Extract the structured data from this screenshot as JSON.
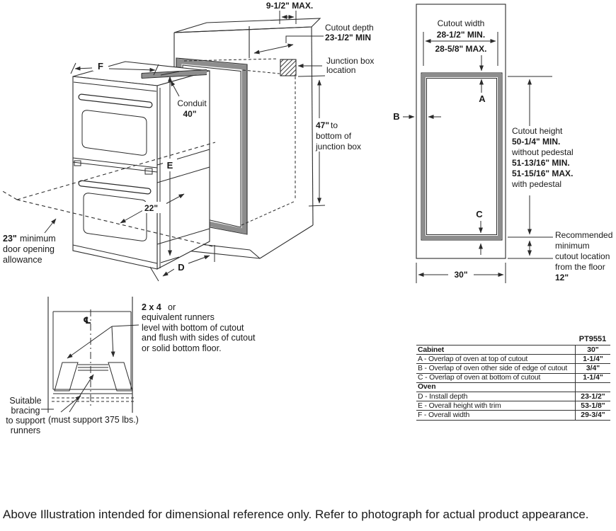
{
  "left": {
    "max_depth": "9-1/2\" MAX.",
    "cutout_depth_label": "Cutout depth",
    "cutout_depth_value": "23-1/2\" MIN",
    "junction_line1": "Junction box",
    "junction_line2": "location",
    "conduit_label": "Conduit",
    "conduit_value": "40\"",
    "jb47_bold": "47\"",
    "jb47_rest": "to",
    "jb47_line2": "bottom of",
    "jb47_line3": "junction box",
    "dim_f": "F",
    "dim_e": "E",
    "dim_d": "D",
    "dim_22": "22\"",
    "door_bold": "23\"",
    "door_rest": "minimum",
    "door_line2": "door opening",
    "door_line3": "allowance"
  },
  "right": {
    "cutout_width_label": "Cutout width",
    "width_min": "28-1/2\" MIN.",
    "width_max": "28-5/8\" MAX.",
    "marker_a": "A",
    "marker_b": "B",
    "marker_c": "C",
    "cutout_height_label": "Cutout height",
    "height_min_no_pedestal": "50-1/4\" MIN.",
    "without_pedestal": "without pedestal",
    "height_min_pedestal": "51-13/16\" MIN.",
    "height_max_pedestal": "51-15/16\" MAX.",
    "with_pedestal": "with pedestal",
    "floor_line1": "Recommended",
    "floor_line2": "minimum",
    "floor_line3": "cutout location",
    "floor_line4": "from the floor",
    "floor_value": "12\"",
    "width_30": "30\""
  },
  "runners": {
    "note_bold": "2 x 4",
    "note_rest": "or",
    "note_line2": "equivalent runners",
    "note_line3": "level with bottom of cutout",
    "note_line4": "and flush with sides of cutout",
    "note_line5": "or solid bottom floor.",
    "bracing_line1": "Suitable",
    "bracing_line2": "bracing",
    "bracing_line3": "to support",
    "bracing_line4": "runners",
    "support_note": "(must support 375 lbs.)",
    "centerline_symbol": "℄"
  },
  "table": {
    "model_header": "PT9551",
    "rows": [
      {
        "label": "Cabinet",
        "value": "30\""
      },
      {
        "label": "A - Overlap of oven at top of cutout",
        "value": "1-1/4\""
      },
      {
        "label": "B - Overlap of oven other side of edge of cutout",
        "value": "3/4\""
      },
      {
        "label": "C - Overlap of oven at bottom of cutout",
        "value": "1-1/4\""
      },
      {
        "label": "Oven",
        "value": ""
      },
      {
        "label": "D - Install depth",
        "value": "23-1/2\""
      },
      {
        "label": "E - Overall height with trim",
        "value": "53-1/8\""
      },
      {
        "label": "F - Overall width",
        "value": "29-3/4\""
      }
    ]
  },
  "footer": {
    "note": "Above Illustration intended for dimensional reference only. Refer to photograph for actual product appearance."
  }
}
